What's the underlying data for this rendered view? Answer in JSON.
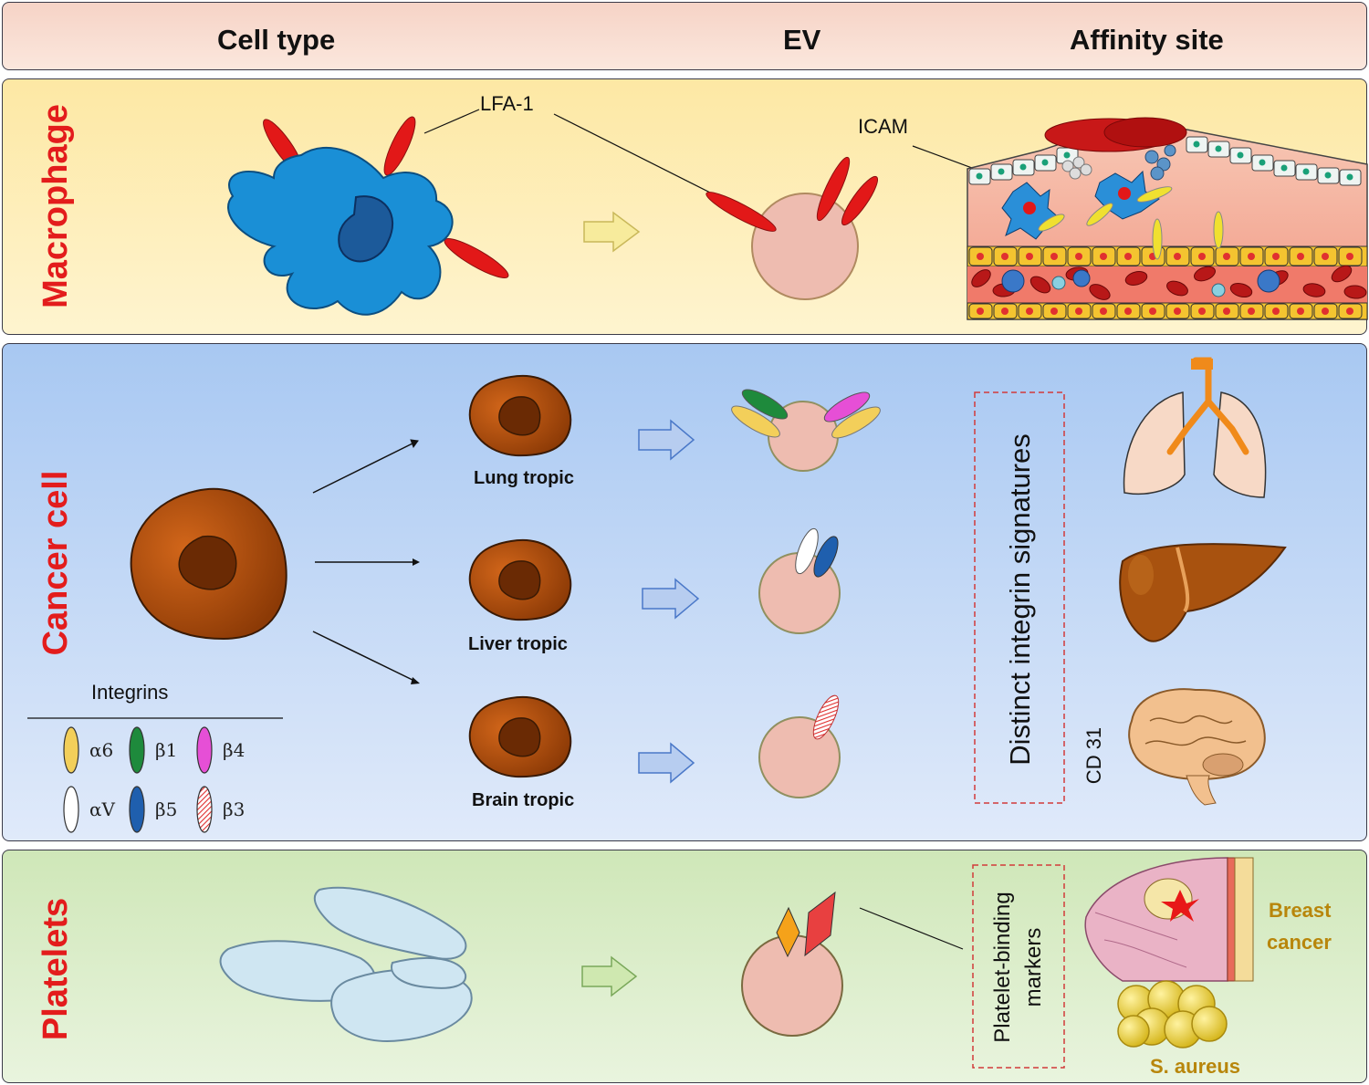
{
  "header": {
    "cell_type": "Cell type",
    "ev": "EV",
    "affinity_site": "Affinity site"
  },
  "macrophage": {
    "row_label": "Macrophage",
    "lfa1_label": "LFA-1",
    "icam_label": "ICAM"
  },
  "cancer": {
    "row_label": "Cancer cell",
    "lung_label": "Lung tropic",
    "liver_label": "Liver tropic",
    "brain_label": "Brain tropic",
    "signatures_label": "Distinct integrin signatures",
    "cd31_label": "CD 31",
    "legend": {
      "title": "Integrins",
      "items": [
        {
          "symbol": "α6",
          "color": "#f3cf5a"
        },
        {
          "symbol": "β1",
          "color": "#1e8a3c"
        },
        {
          "symbol": "β4",
          "color": "#e64fd6"
        },
        {
          "symbol": "αV",
          "color": "#ffffff"
        },
        {
          "symbol": "β5",
          "color": "#1f5fae"
        },
        {
          "symbol": "β3",
          "color": "#e05050"
        }
      ]
    }
  },
  "platelets": {
    "row_label": "Platelets",
    "markers_label_1": "Platelet-binding",
    "markers_label_2": "markers",
    "breast_label_1": "Breast",
    "breast_label_2": "cancer",
    "saureus_label": "S. aureus"
  },
  "colors": {
    "row_label": "#e31c1c",
    "ev_fill": "#eebcb0",
    "cancer_cell": "#b5520c",
    "macrophage": "#1a8fd6",
    "lfa1": "#e21818",
    "icam": "#f0e030"
  }
}
